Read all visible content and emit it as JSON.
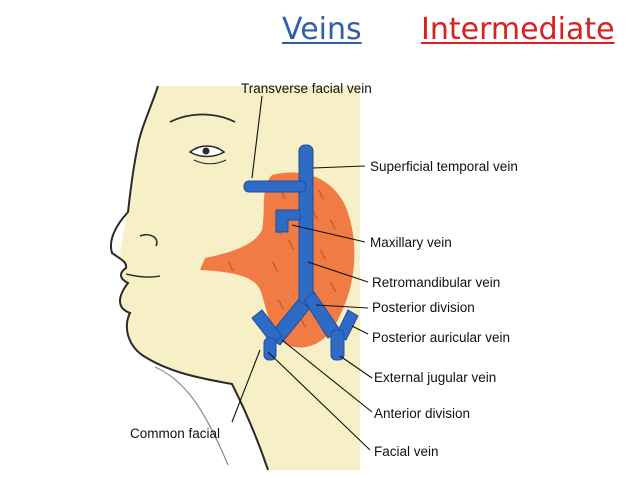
{
  "header": {
    "topic": "Veins",
    "level": "Intermediate"
  },
  "diagram": {
    "labels": {
      "transverse_facial_vein": "Transverse facial vein",
      "superficial_temporal_vein": "Superficial temporal vein",
      "maxillary_vein": "Maxillary vein",
      "retromandibular_vein": "Retromandibular vein",
      "posterior_division": "Posterior division",
      "posterior_auricular_vein": "Posterior auricular vein",
      "external_jugular_vein": "External jugular vein",
      "anterior_division": "Anterior division",
      "common_facial": "Common facial",
      "facial_vein": "Facial vein"
    },
    "colors": {
      "skin": "#f7efc6",
      "gland": "#f07b45",
      "vein": "#2f6bc4",
      "outline": "#2a2a2a"
    }
  }
}
